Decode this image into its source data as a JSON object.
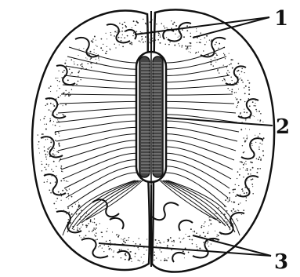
{
  "figure": {
    "labels": {
      "label_1": "1",
      "label_2": "2",
      "label_3": "3"
    },
    "colors": {
      "ink": "#111111",
      "paper": "#ffffff",
      "stipple": "#2a2a2a"
    }
  }
}
